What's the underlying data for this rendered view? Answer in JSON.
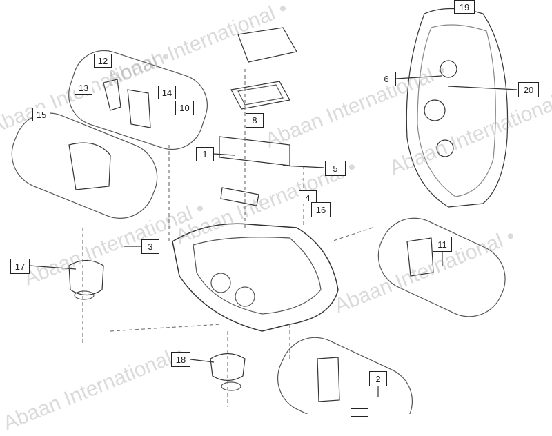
{
  "watermark": "Abaan International •",
  "callouts": {
    "c19": "19",
    "c12": "12",
    "c13": "13",
    "c14": "14",
    "c10": "10",
    "c6": "6",
    "c20": "20",
    "c15": "15",
    "c8": "8",
    "c1": "1",
    "c5": "5",
    "c4": "4",
    "c16": "16",
    "c3": "3",
    "c17": "17",
    "c11": "11",
    "c18": "18",
    "c2": "2"
  }
}
